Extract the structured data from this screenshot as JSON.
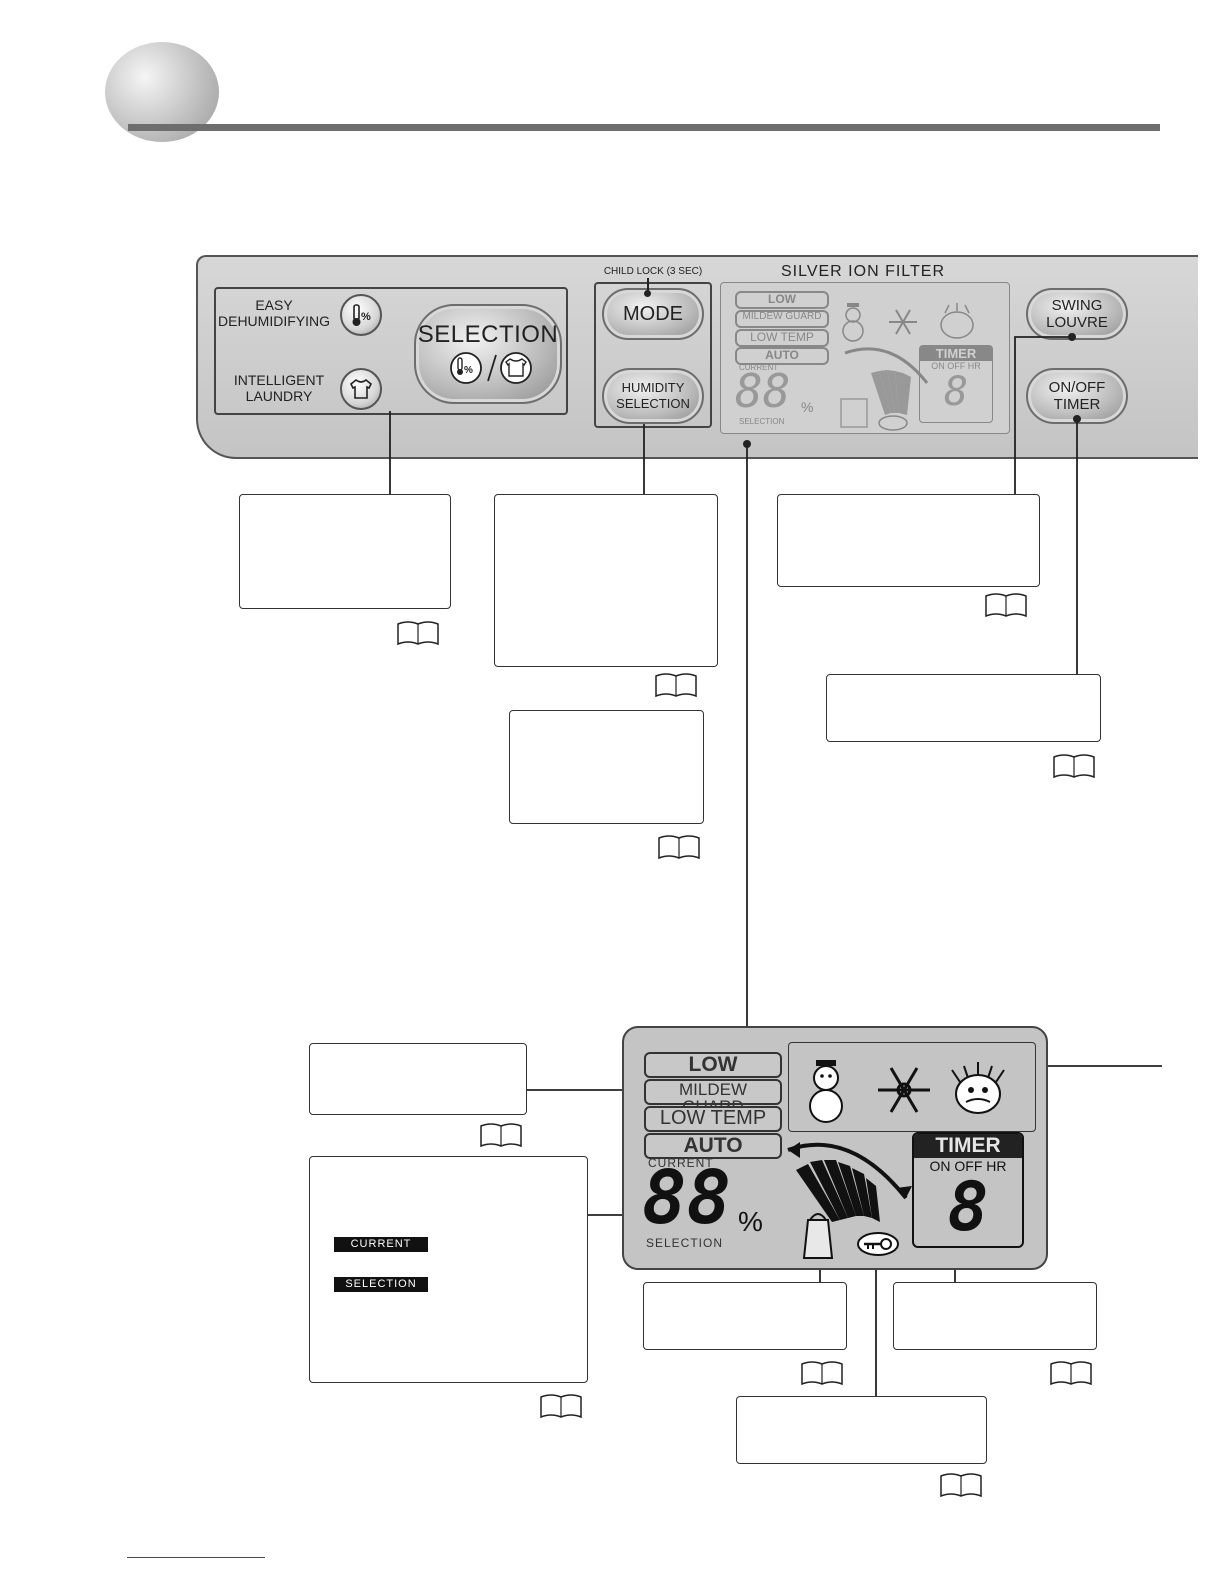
{
  "panel": {
    "easy_dehumidifying": "EASY\nDEHUMIDIFYING",
    "intelligent_laundry": "INTELLIGENT\nLAUNDRY",
    "selection": "SELECTION",
    "child_lock": "CHILD LOCK (3 SEC)",
    "mode": "MODE",
    "humidity_selection": "HUMIDITY\nSELECTION",
    "silver_ion_filter": "SILVER ION FILTER",
    "swing_louvre": "SWING\nLOUVRE",
    "onoff_timer": "ON/OFF\nTIMER",
    "percent_icon": "%"
  },
  "lcd_small": {
    "low": "LOW",
    "mildew_guard": "MILDEW GUARD",
    "low_temp": "LOW TEMP",
    "auto": "AUTO",
    "current": "CURRENT",
    "selection": "SELECTION",
    "digits": "88",
    "percent": "%",
    "timer": "TIMER",
    "on_off_hr": "ON OFF HR",
    "timer_digit": "8"
  },
  "lcd_large": {
    "low": "LOW",
    "mildew_guard": "MILDEW GUARD",
    "low_temp": "LOW TEMP",
    "auto": "AUTO",
    "current": "CURRENT",
    "selection": "SELECTION",
    "digits": "88",
    "percent": "%",
    "timer": "TIMER",
    "on_off_hr": "ON OFF HR",
    "timer_digit": "8"
  },
  "legend": {
    "current_tag": "CURRENT",
    "selection_tag": "SELECTION"
  },
  "colors": {
    "panel": "#c9c9c9",
    "lcd_bg": "#c0c0c0",
    "header_bar": "#6e6e6e",
    "footer_link": "#3333ff"
  }
}
